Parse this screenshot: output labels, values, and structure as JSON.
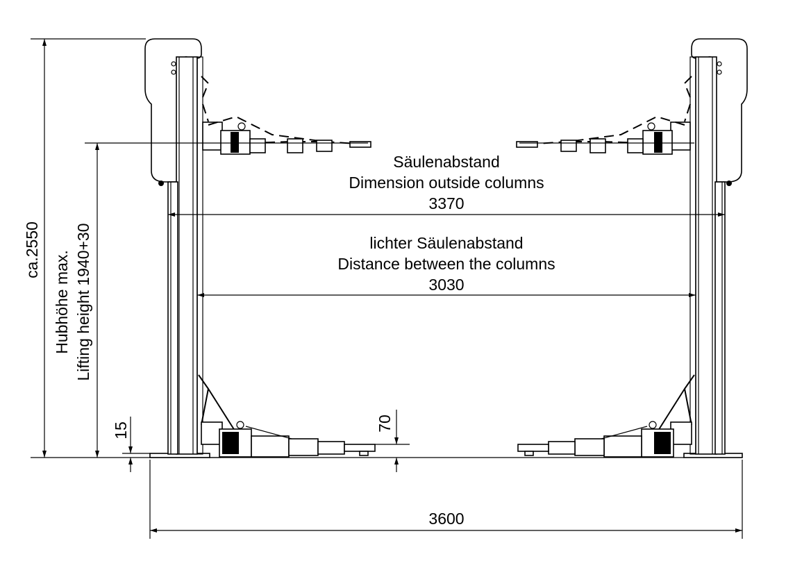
{
  "labels": {
    "outside_de": "Säulenabstand",
    "outside_en": "Dimension outside columns",
    "outside_val": "3370",
    "inside_de": "lichter Säulenabstand",
    "inside_en": "Distance between the columns",
    "inside_val": "3030",
    "total_height": "ca.2550",
    "lift_de": "Hubhöhe max.",
    "lift_en": "Lifting height 1940+30",
    "pad_height": "15",
    "arm_height": "70",
    "base_width": "3600"
  }
}
